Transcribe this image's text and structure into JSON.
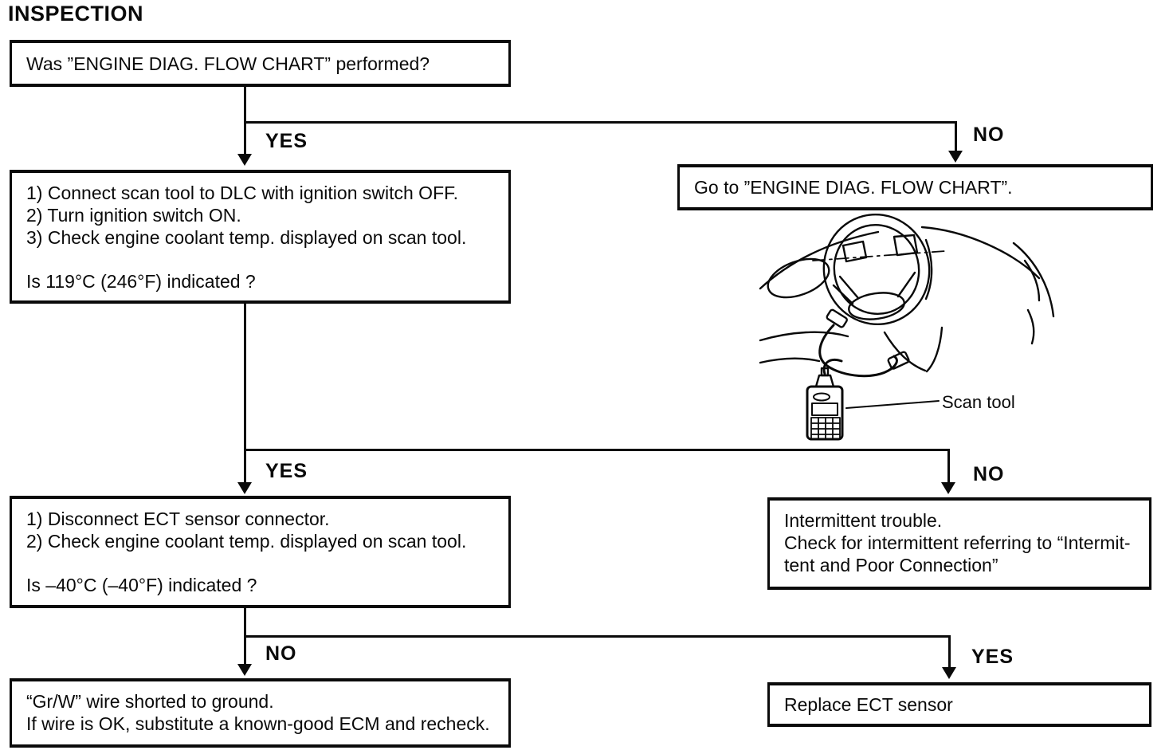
{
  "title": "INSPECTION",
  "boxes": {
    "q_performed": {
      "text": "Was ”ENGINE DIAG. FLOW CHART” performed?"
    },
    "check_temp": {
      "line1": "1) Connect scan tool to DLC with ignition switch OFF.",
      "line2": "2) Turn ignition switch ON.",
      "line3": "3) Check engine coolant temp. displayed on scan tool.",
      "question": "Is 119°C (246°F) indicated ?"
    },
    "goto_chart": {
      "text": "Go to ”ENGINE DIAG. FLOW CHART”."
    },
    "check_disconnected": {
      "line1": "1) Disconnect ECT sensor connector.",
      "line2": "2) Check engine coolant temp. displayed on scan tool.",
      "question": "Is –40°C (–40°F) indicated ?"
    },
    "intermittent": {
      "line1": "Intermittent trouble.",
      "line2": "Check for intermittent referring to “Intermit-",
      "line3": "tent and Poor Connection”"
    },
    "wire_shorted": {
      "line1": "“Gr/W” wire shorted to ground.",
      "line2": "If wire is OK, substitute a known-good ECM and recheck."
    },
    "replace_sensor": {
      "text": "Replace ECT sensor"
    }
  },
  "labels": {
    "branch1_yes": "YES",
    "branch1_no": "NO",
    "branch2_yes": "YES",
    "branch2_no": "NO",
    "branch3_no": "NO",
    "bran3_yes_note": "",
    "branch3_yes": "YES",
    "scan_tool": "Scan tool"
  },
  "colors": {
    "ink": "#0a0a0a",
    "paper": "#ffffff"
  }
}
